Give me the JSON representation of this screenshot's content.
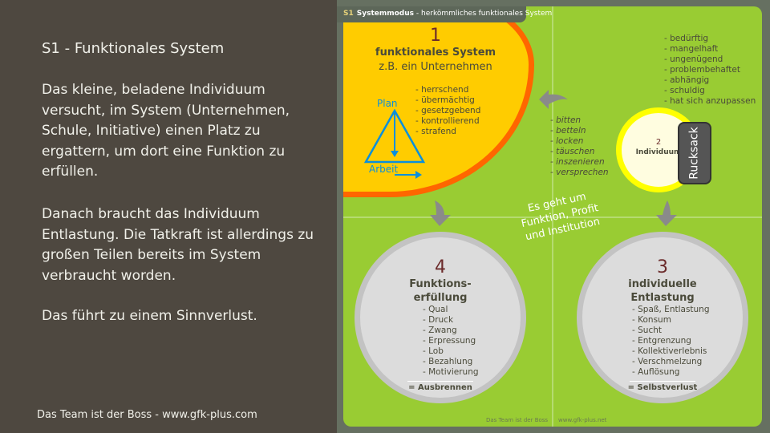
{
  "left": {
    "title": "S1 -  Funktionales System",
    "paragraphs": [
      "Das kleine, beladene Individuum versucht, im System (Unternehmen, Schule, Initiative) einen Platz zu ergattern, um dort eine Funktion zu erfüllen.",
      "Danach braucht das Individuum Entlastung. Die Tatkraft ist allerdings zu großen Teilen bereits im System verbraucht worden.",
      "Das führt zu einem Sinnverlust."
    ],
    "footer": "Das Team ist der Boss - www.gfk-plus.com"
  },
  "slide": {
    "tab": {
      "code": "S1",
      "label": "Systemmodus",
      "sub": "- herkömmliches funktionales System"
    },
    "system": {
      "number": "1",
      "title": "funktionales System",
      "subtitle": "z.B. ein Unternehmen",
      "items": [
        "- herrschend",
        "- übermächtig",
        "- gesetzgebend",
        "- kontrollierend",
        "- strafend"
      ],
      "plan": "Plan",
      "arbeit": "Arbeit"
    },
    "actions": [
      "- bitten",
      "- betteln",
      "- locken",
      "- täuschen",
      "- inszenieren",
      "- versprechen"
    ],
    "traits": [
      "- bedürftig",
      "- mangelhaft",
      "- ungenügend",
      "- problembehaftet",
      "- abhängig",
      "- schuldig",
      "- hat sich anzupassen"
    ],
    "individual": {
      "number": "2",
      "label": "Individuum",
      "backpack": "Rucksack"
    },
    "slogan": [
      "Es geht um",
      "Funktion, Profit",
      "und Institution"
    ],
    "fulfillment": {
      "number": "4",
      "title": [
        "Funktions-",
        "erfüllung"
      ],
      "items": [
        "- Qual",
        "- Druck",
        "- Zwang",
        "- Erpressung",
        "- Lob",
        "- Bezahlung",
        "- Motivierung"
      ],
      "result": "= Ausbrennen"
    },
    "relief": {
      "number": "3",
      "title": [
        "individuelle",
        "Entlastung"
      ],
      "items": [
        "- Spaß, Entlastung",
        "- Konsum",
        "- Sucht",
        "- Entgrenzung",
        "- Kollektiverlebnis",
        "- Verschmelzung",
        "- Auflösung"
      ],
      "result": "= Selbstverlust"
    },
    "footer_left": "Das Team ist der Boss",
    "footer_right": "www.gfk-plus.net"
  }
}
